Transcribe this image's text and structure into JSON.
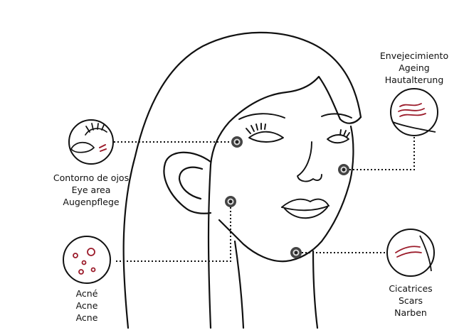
{
  "labels": {
    "eye_area": [
      "Contorno de ojos",
      "Eye area",
      "Augenpflege"
    ],
    "ageing": [
      "Envejecimiento",
      "Ageing",
      "Hautalterung"
    ],
    "acne": [
      "Acné",
      "Acne",
      "Acne"
    ],
    "scars": [
      "Cicatrices",
      "Scars",
      "Narben"
    ]
  },
  "colors": {
    "line": "#111111",
    "accent": "#9b1b2a",
    "marker": "#555555"
  },
  "icons": [
    "eye-icon",
    "wrinkles-icon",
    "acne-spots-icon",
    "scar-icon"
  ]
}
